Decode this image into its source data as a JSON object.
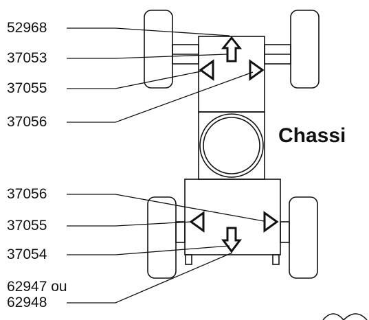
{
  "title": "Chassi",
  "callouts": [
    {
      "id": "c1",
      "label": "52968"
    },
    {
      "id": "c2",
      "label": "37053"
    },
    {
      "id": "c3",
      "label": "37055"
    },
    {
      "id": "c4",
      "label": "37056"
    },
    {
      "id": "c5",
      "label": "37056"
    },
    {
      "id": "c6",
      "label": "37055"
    },
    {
      "id": "c7",
      "label": "37054"
    },
    {
      "id": "c8",
      "label_line1": "62947 ou",
      "label_line2": "62948"
    }
  ]
}
